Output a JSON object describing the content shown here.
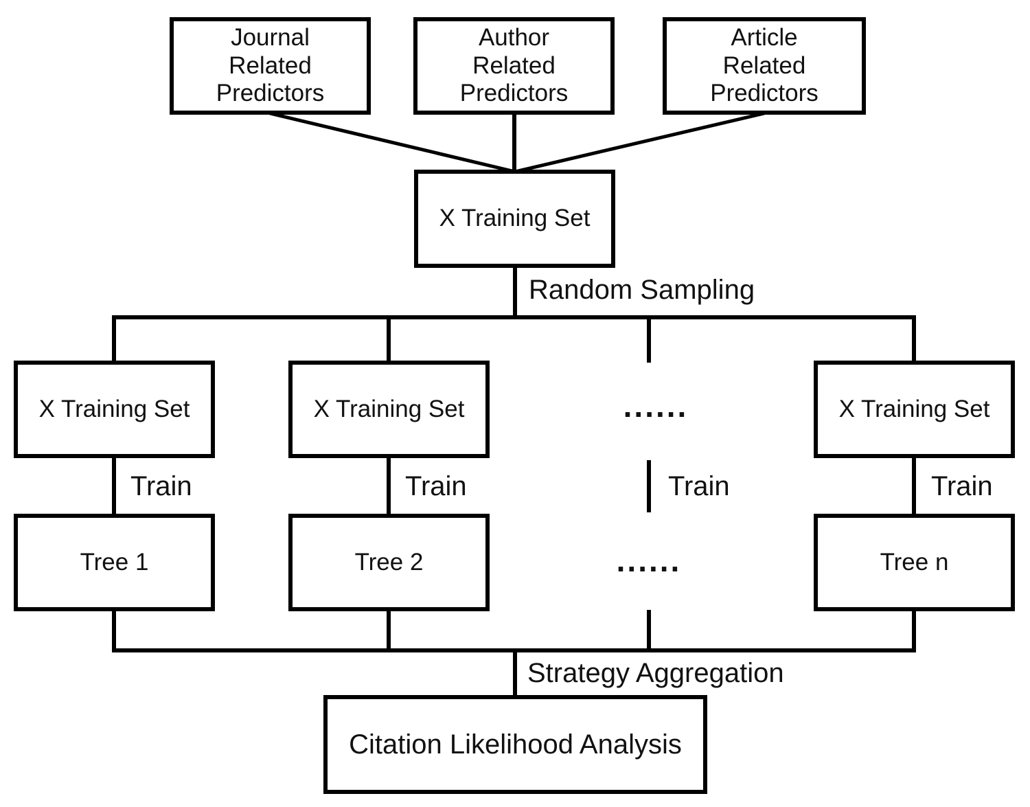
{
  "diagram": {
    "background_color": "#ffffff",
    "line_color": "#000000",
    "text_color": "#111111",
    "nodes": {
      "journal_predictors": "Journal\nRelated\nPredictors",
      "author_predictors": "Author\nRelated\nPredictors",
      "article_predictors": "Article\nRelated\nPredictors",
      "training_set_main": "X Training Set",
      "training_set_1": "X Training Set",
      "training_set_2": "X Training Set",
      "training_set_n": "X Training Set",
      "tree_1": "Tree 1",
      "tree_2": "Tree 2",
      "tree_n": "Tree n",
      "citation_analysis": "Citation Likelihood Analysis"
    },
    "edge_labels": {
      "random_sampling": "Random Sampling",
      "strategy_aggregation": "Strategy Aggregation",
      "train_1": "Train",
      "train_2": "Train",
      "train_3": "Train",
      "train_n": "Train",
      "ellipsis_training_row": "......",
      "ellipsis_tree_row": "......"
    }
  }
}
